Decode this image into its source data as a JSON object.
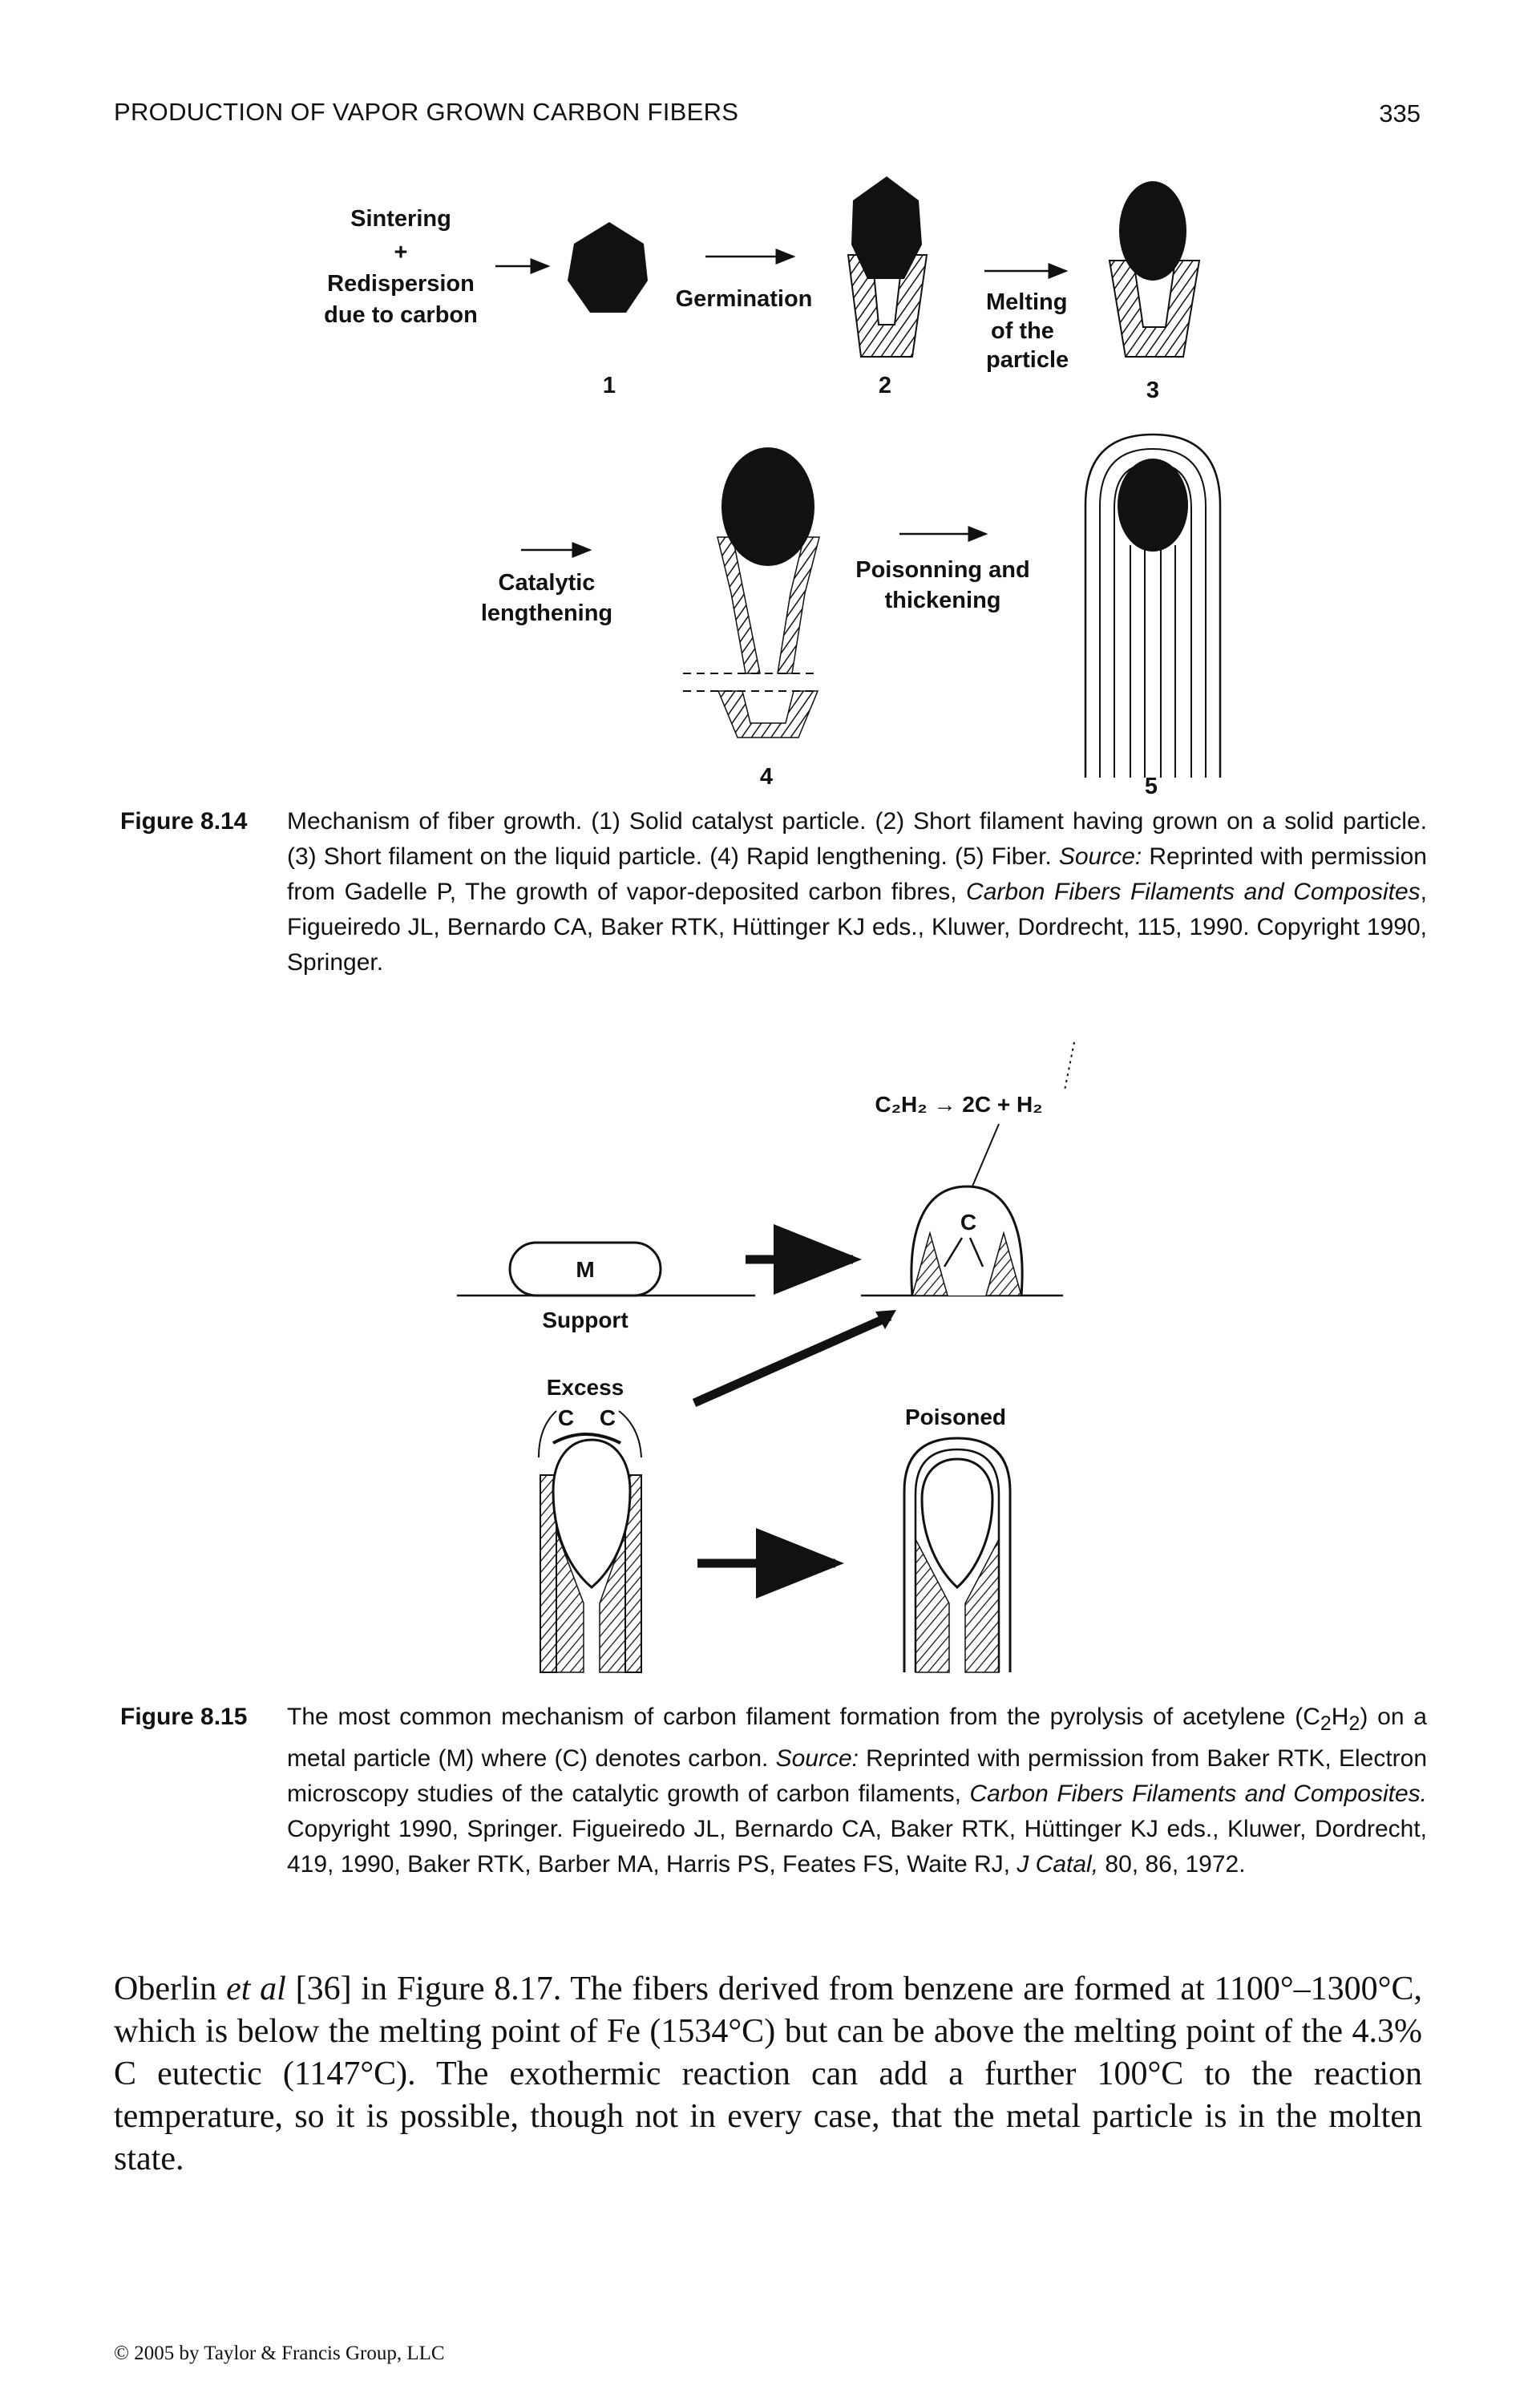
{
  "header": {
    "running_title": "PRODUCTION OF VAPOR GROWN CARBON FIBERS",
    "page_number": "335"
  },
  "figure_8_14": {
    "labels": {
      "sintering_line1": "Sintering",
      "sintering_plus": "+",
      "sintering_line2": "Redispersion",
      "sintering_line3": "due to carbon",
      "germination": "Germination",
      "melting_line1": "Melting",
      "melting_line2": "of the",
      "melting_line3": "particle",
      "catalytic_line1": "Catalytic",
      "catalytic_line2": "lengthening",
      "poisoning_line1": "Poisonning and",
      "poisoning_line2": "thickening",
      "stage1": "1",
      "stage2": "2",
      "stage3": "3",
      "stage4": "4",
      "stage5": "5"
    },
    "caption": {
      "label": "Figure 8.14",
      "text": "Mechanism of fiber growth. (1) Solid catalyst particle. (2) Short filament having grown on a solid particle. (3) Short filament on the liquid particle. (4) Rapid lengthening. (5) Fiber.",
      "source_label": "Source:",
      "source_text_1": "Reprinted with permission from Gadelle P, The growth of vapor-deposited carbon fibres,",
      "book_title": "Carbon Fibers Filaments and Composites",
      "source_text_2": ", Figueiredo JL, Bernardo CA, Baker RTK, Hüttinger KJ eds., Kluwer, Dordrecht, 115, 1990. Copyright 1990, Springer."
    }
  },
  "figure_8_15": {
    "labels": {
      "reaction": "C₂H₂ → 2C + H₂",
      "c_top": "C",
      "metal": "M",
      "support": "Support",
      "excess": "Excess",
      "excess_c1": "C",
      "excess_c2": "C",
      "poisoned": "Poisoned"
    },
    "caption": {
      "label": "Figure 8.15",
      "text_1": "The most common mechanism of carbon filament formation from the pyrolysis of acetylene (C",
      "sub_1": "2",
      "text_2": "H",
      "sub_2": "2",
      "text_3": ") on a metal particle (M) where (C) denotes carbon.",
      "source_label": "Source:",
      "source_text_1": "Reprinted with permission from Baker RTK, Electron microscopy studies of the catalytic growth of carbon filaments,",
      "book_title": "Carbon Fibers Filaments and Composites.",
      "source_text_2": "Copyright 1990, Springer. Figueiredo JL, Bernardo CA, Baker RTK, Hüttinger KJ eds., Kluwer, Dordrecht, 419, 1990, Baker RTK, Barber MA, Harris PS, Feates FS, Waite RJ,",
      "journal": "J Catal,",
      "source_text_3": "80, 86, 1972."
    }
  },
  "body": {
    "author": "Oberlin",
    "et_al": "et al",
    "paragraph_rest": "[36] in Figure 8.17. The fibers derived from benzene are formed at 1100°–1300°C, which is below the melting point of Fe (1534°C) but can be above the melting point of the 4.3% C eutectic (1147°C). The exothermic reaction can add a further 100°C to the reaction temperature, so it is possible, though not in every case, that the metal particle is in the molten state."
  },
  "footer": {
    "copyright": "© 2005 by Taylor & Francis Group, LLC"
  }
}
